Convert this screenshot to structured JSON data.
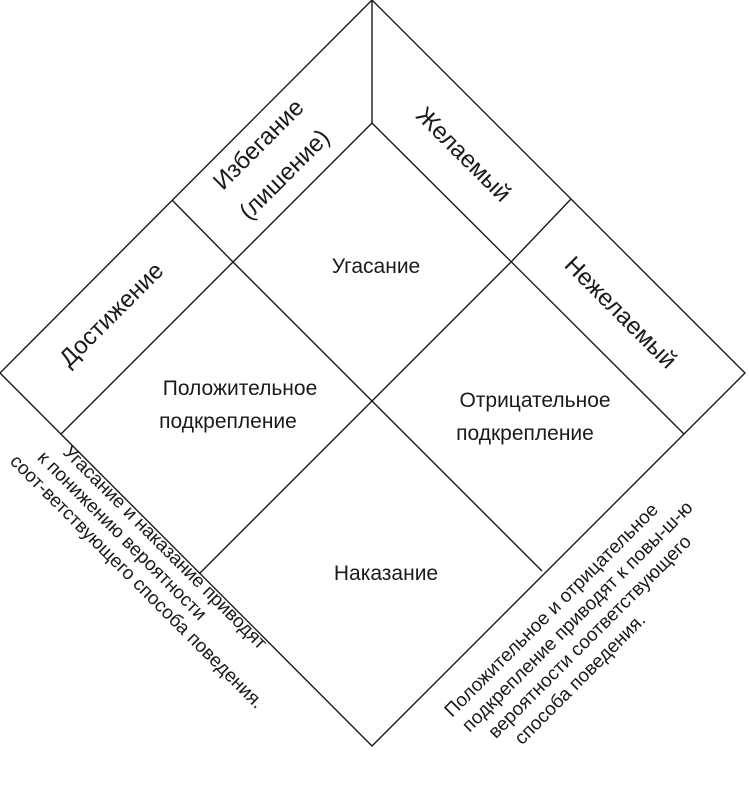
{
  "header_labels": {
    "achievement": "Достижение",
    "avoidance_line1": "Избегание",
    "avoidance_line2": "(лишение)",
    "desired": "Желаемый",
    "undesired": "Нежелаемый"
  },
  "cells": {
    "extinction": "Угасание",
    "positive_line1": "Положительное",
    "positive_line2": "подкрепление",
    "negative_line1": "Отрицательное",
    "negative_line2": "подкрепление",
    "punishment": "Наказание"
  },
  "notes": {
    "left": [
      "Угасание и наказание приводят",
      "к понижению вероятности",
      "соот-ветствующего способа поведения."
    ],
    "right": [
      "Положительное и отрицательное",
      "подкрепление приводят к повы-ш-ю",
      "вероятности соответствующего",
      "способа поведения."
    ]
  }
}
